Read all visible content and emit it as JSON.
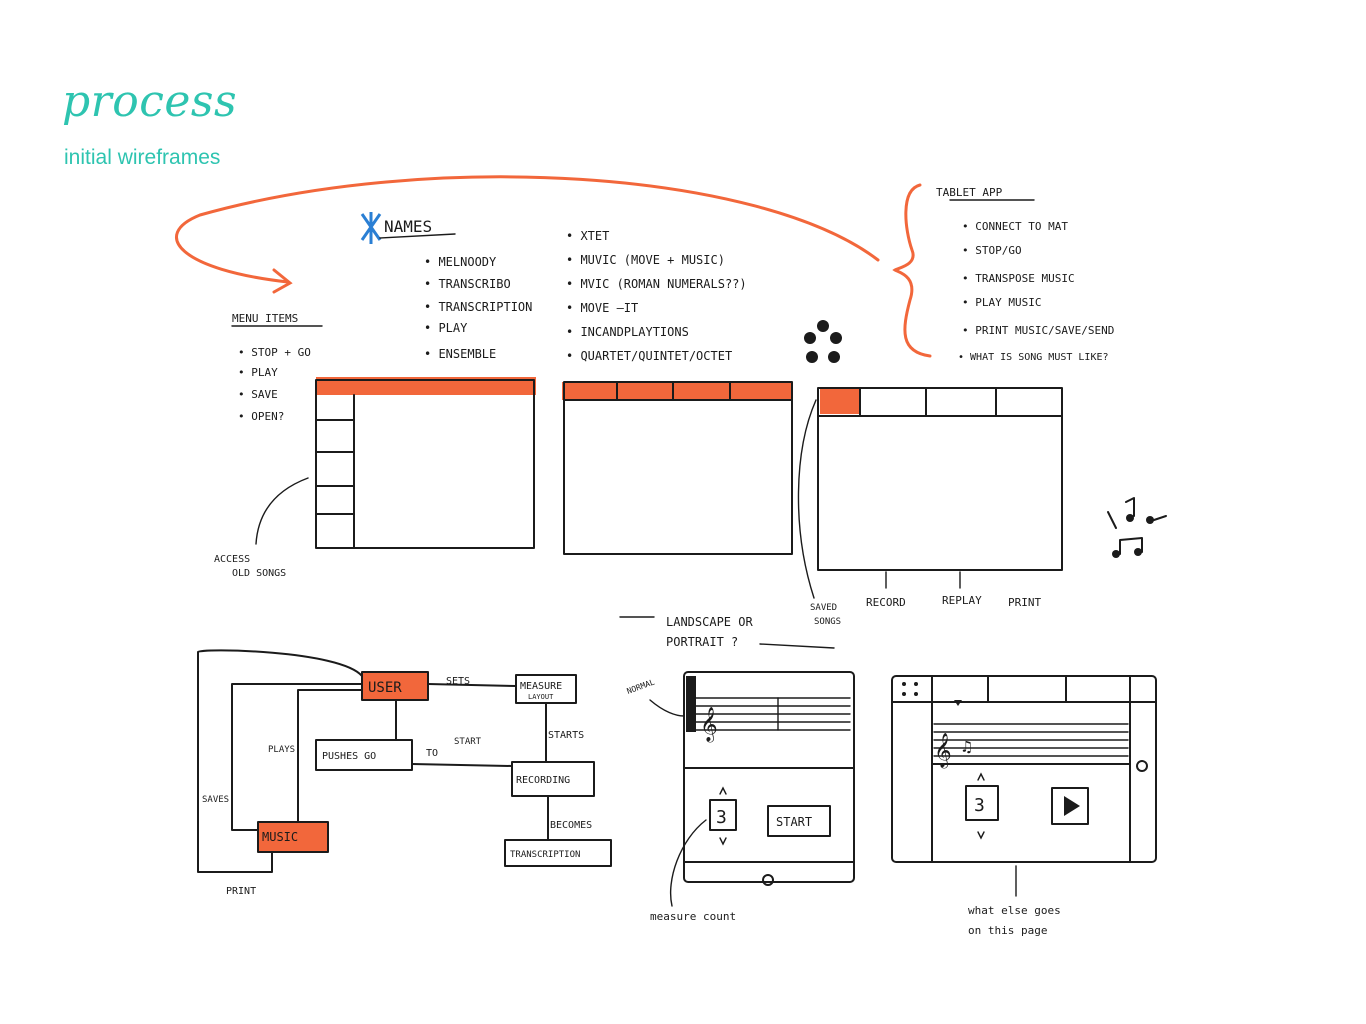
{
  "header": {
    "title": "process",
    "subtitle": "initial wireframes"
  },
  "colors": {
    "accent": "#2ec4b0",
    "marker": "#f2673b",
    "ink": "#1b1b1b"
  },
  "notes": {
    "names": {
      "heading": "NAMES",
      "col1": [
        "• MELNOODY",
        "• TRANSCRIBO",
        "• TRANSCRIPTION",
        "• PLAY",
        "• ENSEMBLE"
      ],
      "col2": [
        "• XTET",
        "• MUVIC (MOVE + MUSIC)",
        "• MVIC (ROMAN NUMERALS??)",
        "• MOVE –IT",
        "• INCANDPLAYTIONS",
        "• QUARTET/QUINTET/OCTET"
      ]
    },
    "menu_items": {
      "heading": "MENU ITEMS",
      "items": [
        "• STOP + GO",
        "• PLAY",
        "• SAVE",
        "• OPEN?"
      ]
    },
    "tablet_app": {
      "heading": "TABLET APP",
      "items": [
        "• CONNECT TO MAT",
        "• STOP/GO",
        "• TRANSPOSE MUSIC",
        "• PLAY MUSIC",
        "• PRINT MUSIC/SAVE/SEND",
        "• WHAT IS SONG MUST LIKE?"
      ]
    }
  },
  "wireframes": {
    "access_label_1": "ACCESS",
    "access_label_2": "OLD SONGS",
    "saved_label_1": "SAVED",
    "saved_label_2": "SONGS",
    "record": "RECORD",
    "replay": "REPLAY",
    "print": "PRINT",
    "orientation_1": "LANDSCAPE OR",
    "orientation_2": "PORTRAIT ?"
  },
  "flow": {
    "user": "USER",
    "music": "MUSIC",
    "pushes_go": "PUSHES GO",
    "measure_1": "MEASURE",
    "measure_2": "LAYOUT",
    "recording": "RECORDING",
    "transcription": "TRANSCRIPTION",
    "sets": "SETS",
    "starts": "STARTS",
    "to": "TO",
    "start": "START",
    "becomes": "BECOMES",
    "plays": "PLAYS",
    "saves": "SAVES",
    "print": "PRINT"
  },
  "tablets": {
    "count_value": "3",
    "start_label": "START",
    "normal_label": "NORMAL",
    "measure_count_label": "measure count",
    "what_else_1": "what else goes",
    "what_else_2": "on this page"
  }
}
